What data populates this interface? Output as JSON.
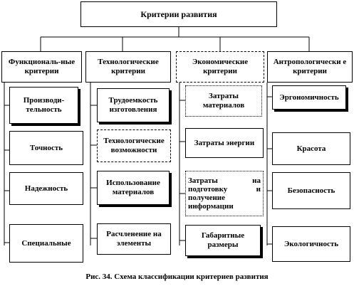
{
  "root": "Критерии развития",
  "columns": [
    {
      "header": "Функциональ-ные критерии",
      "items": [
        "Производи-тельность",
        "Точность",
        "Надежность",
        "Специальные"
      ]
    },
    {
      "header": "Технологические критерии",
      "items": [
        "Трудоемкость изготовления",
        "Технологические возможности",
        "Использование материалов",
        "Расчленение на элементы"
      ]
    },
    {
      "header": "Экономические критерии",
      "items": [
        "Затраты материалов",
        "Затраты энергии",
        "Затраты на подготовку и получение информации",
        "Габаритные размеры"
      ]
    },
    {
      "header": "Антропологически е критерии",
      "items": [
        "Эргономичность",
        "Красота",
        "Безопасность",
        "Экологичность"
      ]
    }
  ],
  "caption": "Рис. 34. Схема классификации критериев развития"
}
